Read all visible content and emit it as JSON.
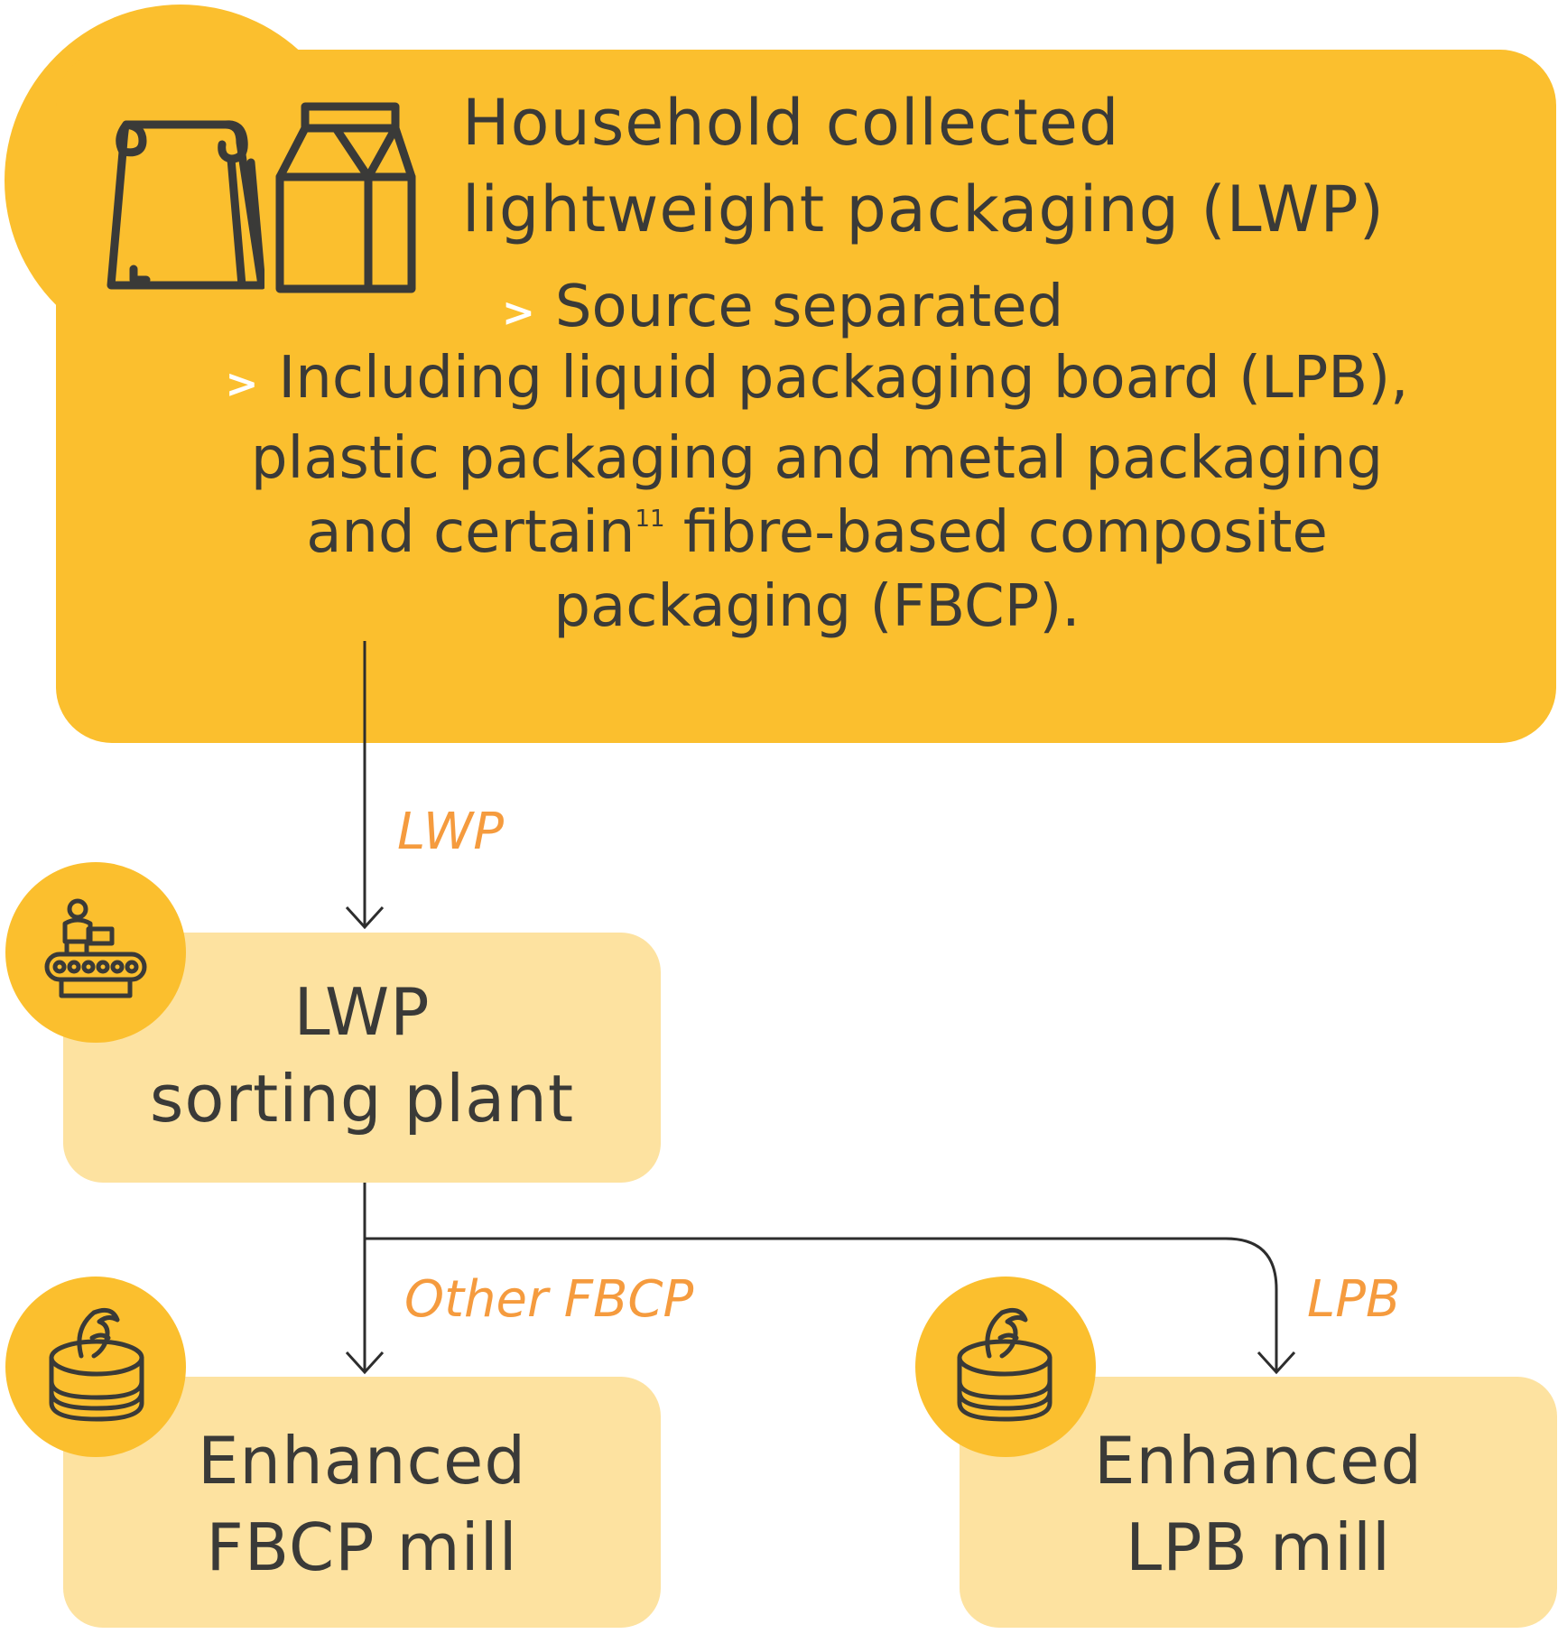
{
  "source": {
    "icons": [
      "paper-bag-icon",
      "milk-carton-icon"
    ],
    "title_line1": "Household collected",
    "title_line2": "lightweight packaging (LWP)",
    "bullet_marker": ">",
    "bullet1": "Source separated",
    "bullet2_line1": "Including liquid packaging board (LPB),",
    "bullet2_line2": "plastic packaging and metal packaging",
    "bullet2_line3_pre": "and certain",
    "bullet2_footnote": "11",
    "bullet2_line3_post": " fibre-based composite",
    "bullet2_line4": "packaging (FBCP)."
  },
  "edges": {
    "source_to_sorting": "LWP",
    "sorting_to_fbcp": "Other FBCP",
    "sorting_to_lpb": "LPB"
  },
  "nodes": {
    "sorting_plant": {
      "line1": "LWP",
      "line2": "sorting plant",
      "icon": "conveyor-worker-icon"
    },
    "fbcp_mill": {
      "line1": "Enhanced",
      "line2": "FBCP mill",
      "icon": "paper-roll-icon"
    },
    "lpb_mill": {
      "line1": "Enhanced",
      "line2": "LPB mill",
      "icon": "paper-roll-icon"
    }
  },
  "colors": {
    "primary_yellow": "#fbbf2e",
    "light_yellow": "#fde2a0",
    "edge_label_orange": "#f59b3e",
    "text_dark": "#3a3a38",
    "icon_stroke": "#3a3a38"
  }
}
